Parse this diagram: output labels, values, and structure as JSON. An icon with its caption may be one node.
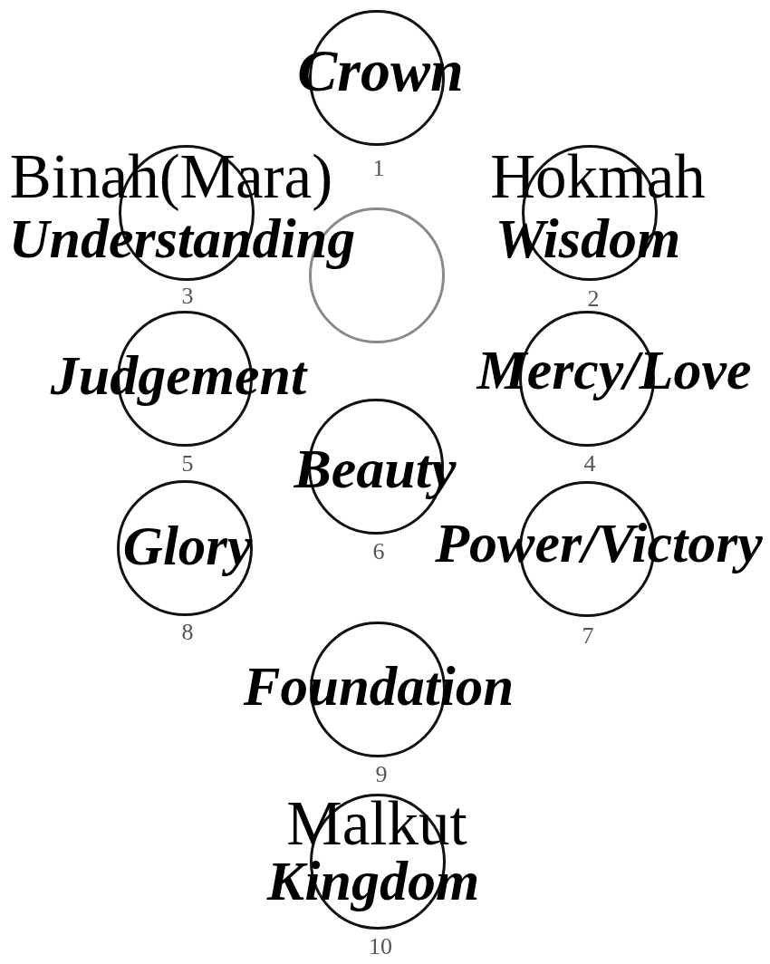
{
  "diagram": {
    "nodes": [
      {
        "text": [
          "Crown"
        ],
        "beside": [
          "1"
        ]
      },
      {
        "text": [
          "Binah(Mara)",
          "Understanding"
        ],
        "beside": [
          "3"
        ]
      },
      {
        "text": [
          "Hokmah",
          "Wisdom"
        ],
        "beside": [
          "2"
        ]
      },
      {
        "text": [],
        "shape": "circle"
      },
      {
        "text": [
          "Judgement"
        ],
        "beside": [
          "5"
        ]
      },
      {
        "text": [
          "Mercy/Love"
        ],
        "beside": [
          "4"
        ]
      },
      {
        "text": [
          "Beauty"
        ],
        "beside": [
          "6"
        ]
      },
      {
        "text": [
          "Glory"
        ],
        "beside": [
          "8"
        ]
      },
      {
        "text": [
          "Power/Victory"
        ],
        "beside": [
          "7"
        ]
      },
      {
        "text": [
          "Foundation"
        ],
        "beside": [
          "9"
        ]
      },
      {
        "text": [
          "Malkut",
          "Kingdom"
        ],
        "beside": [
          "10"
        ]
      }
    ]
  }
}
